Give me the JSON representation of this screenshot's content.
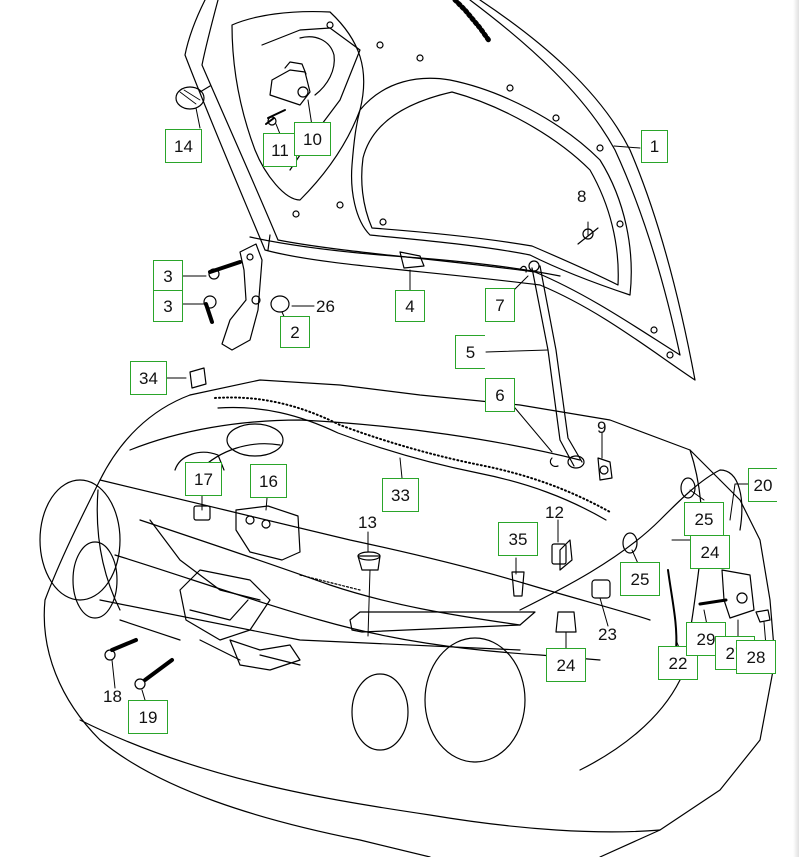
{
  "diagram": {
    "boxed_labels": [
      {
        "id": "c14",
        "text": "14"
      },
      {
        "id": "c11",
        "text": "11"
      },
      {
        "id": "c10",
        "text": "10"
      },
      {
        "id": "c1",
        "text": "1"
      },
      {
        "id": "c3a",
        "text": "3"
      },
      {
        "id": "c3b",
        "text": "3"
      },
      {
        "id": "c2",
        "text": "2"
      },
      {
        "id": "c4",
        "text": "4"
      },
      {
        "id": "c7",
        "text": "7"
      },
      {
        "id": "c5",
        "text": "5"
      },
      {
        "id": "c6",
        "text": "6"
      },
      {
        "id": "c34",
        "text": "34"
      },
      {
        "id": "c17",
        "text": "17"
      },
      {
        "id": "c16",
        "text": "16"
      },
      {
        "id": "c33",
        "text": "33"
      },
      {
        "id": "c20",
        "text": "20"
      },
      {
        "id": "c25a",
        "text": "25"
      },
      {
        "id": "c24a",
        "text": "24"
      },
      {
        "id": "c35",
        "text": "35"
      },
      {
        "id": "c25b",
        "text": "25"
      },
      {
        "id": "c24b",
        "text": "24"
      },
      {
        "id": "c22",
        "text": "22"
      },
      {
        "id": "c29",
        "text": "29"
      },
      {
        "id": "c27",
        "text": "27"
      },
      {
        "id": "c28",
        "text": "28"
      },
      {
        "id": "c19",
        "text": "19"
      }
    ],
    "plain_labels": [
      {
        "id": "p8",
        "text": "8"
      },
      {
        "id": "p26",
        "text": "26"
      },
      {
        "id": "p9",
        "text": "9"
      },
      {
        "id": "p13",
        "text": "13"
      },
      {
        "id": "p12",
        "text": "12"
      },
      {
        "id": "p23",
        "text": "23"
      },
      {
        "id": "p18",
        "text": "18"
      }
    ],
    "colors": {
      "callout_border": "#2aa52a",
      "line": "#000000",
      "background": "#ffffff"
    }
  }
}
